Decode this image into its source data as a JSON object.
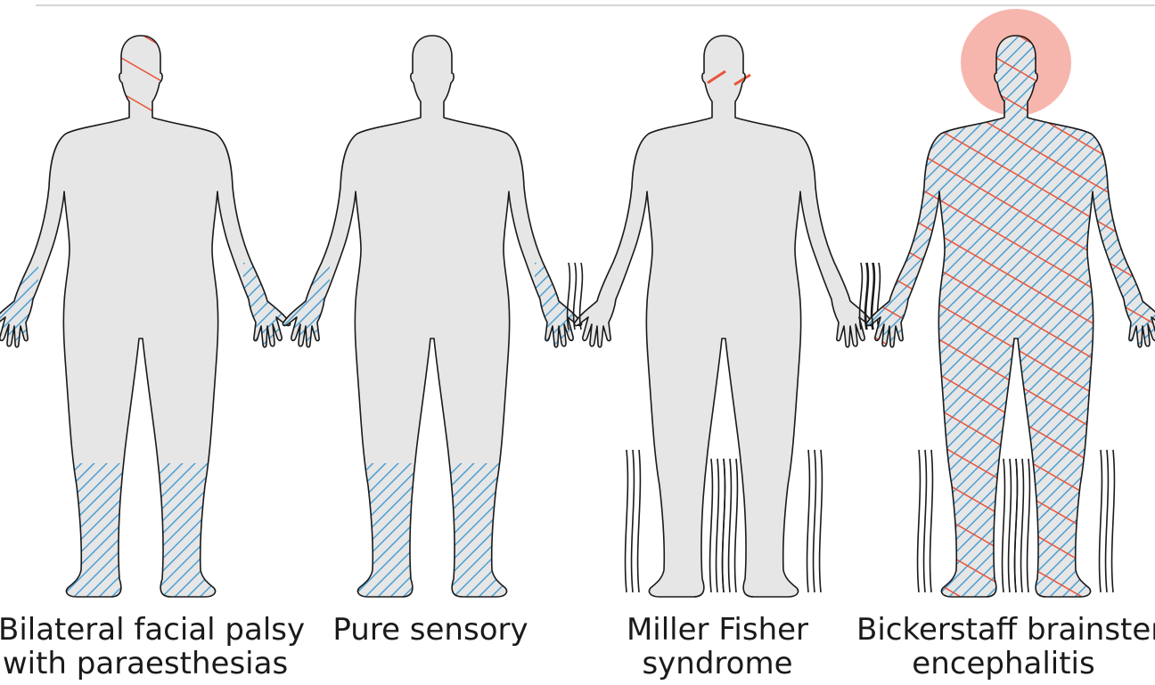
{
  "colors": {
    "body_fill": "#e6e6e6",
    "body_outline": "#1a1a1a",
    "sensory_hatch": "#4a9fd4",
    "motor_hatch": "#e8543a",
    "consciousness_halo": "#f6b6ad",
    "ataxia_lines": "#1a1a1a",
    "top_rule": "#c8c8c8"
  },
  "figures": [
    {
      "caption": [
        "Bilateral facial palsy",
        "with paraesthesias"
      ],
      "face_motor": true,
      "hand_sensory": true,
      "leg_sensory": true,
      "whole_body": false,
      "eye_marks": false,
      "ataxia": false,
      "halo": false
    },
    {
      "caption": [
        "Pure sensory",
        ""
      ],
      "face_motor": false,
      "hand_sensory": true,
      "leg_sensory": true,
      "whole_body": false,
      "eye_marks": false,
      "ataxia": false,
      "halo": false
    },
    {
      "caption": [
        "Miller Fisher",
        "syndrome"
      ],
      "face_motor": false,
      "hand_sensory": false,
      "leg_sensory": false,
      "whole_body": false,
      "eye_marks": true,
      "ataxia": true,
      "halo": false
    },
    {
      "caption": [
        "Bickerstaff brainstem",
        "encephalitis"
      ],
      "face_motor": false,
      "hand_sensory": false,
      "leg_sensory": false,
      "whole_body": true,
      "eye_marks": false,
      "ataxia": true,
      "halo": true
    }
  ]
}
